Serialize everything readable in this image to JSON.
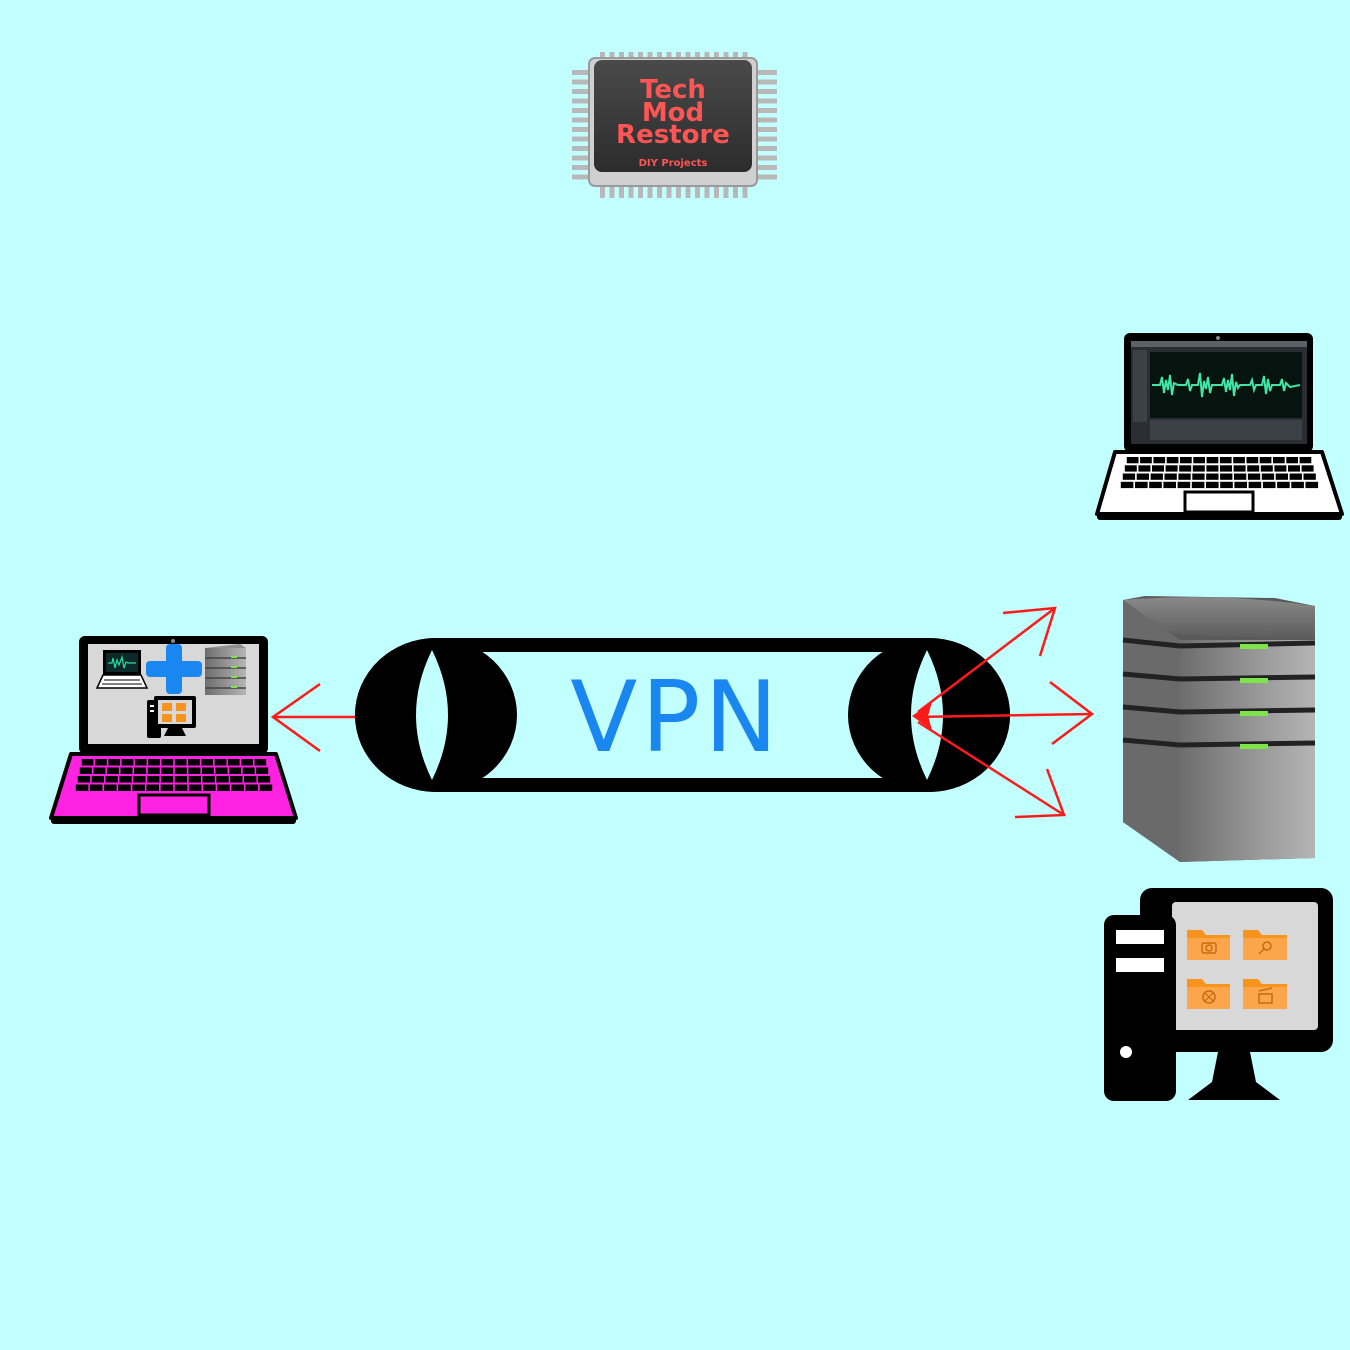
{
  "colors": {
    "background": "#c2ffff",
    "arrow": "#ff1a1a",
    "vpn_text": "#1a86f0",
    "tunnel": "#000000",
    "logo_chip": "#3a3a3a",
    "logo_text": "#ff5555",
    "laptop_keyboard_pink": "#ff22e0",
    "server_led": "#7fe34a",
    "folder": "#f7941d"
  },
  "logo": {
    "line1": "Tech",
    "line2": "Mod",
    "line3": "Restore",
    "tagline": "DIY Projects"
  },
  "tunnel": {
    "label": "VPN"
  },
  "icons": {
    "client": "laptop-icon",
    "remote_laptop": "laptop-audio-icon",
    "server": "server-icon",
    "desktop": "desktop-computer-icon",
    "plus": "plus-icon"
  }
}
